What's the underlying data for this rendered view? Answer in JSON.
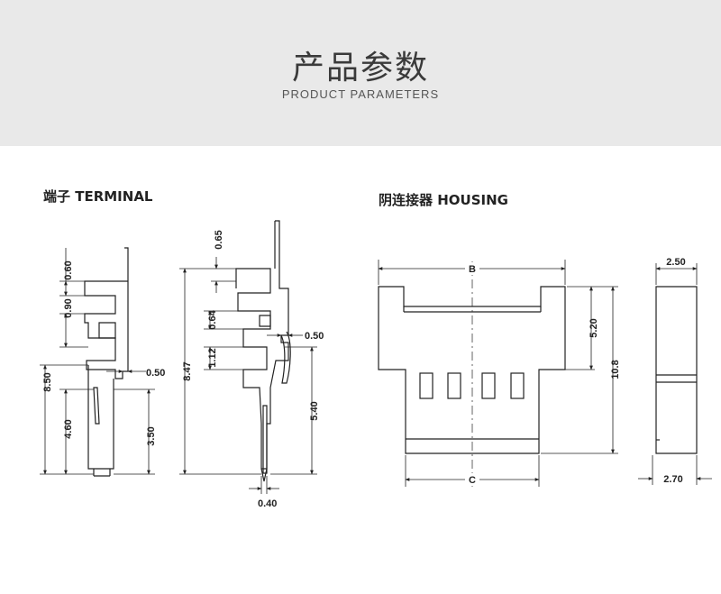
{
  "header": {
    "title": "产品参数",
    "subtitle": "PRODUCT PARAMETERS"
  },
  "terminal": {
    "label": "端子 TERMINAL",
    "dims": {
      "d060": "0.60",
      "d090": "0.90",
      "d850": "8.50",
      "d460": "4.60",
      "d350": "3.50",
      "d050a": "0.50",
      "d065": "0.65",
      "d064": "0.64",
      "d112": "1.12",
      "d847": "8.47",
      "d050b": "0.50",
      "d540": "5.40",
      "d040": "0.40"
    }
  },
  "housing": {
    "label": "阴连接器 HOUSING",
    "dims": {
      "B": "B",
      "C": "C",
      "d520": "5.20",
      "d108": "10.8",
      "d250": "2.50",
      "d270": "2.70"
    }
  }
}
